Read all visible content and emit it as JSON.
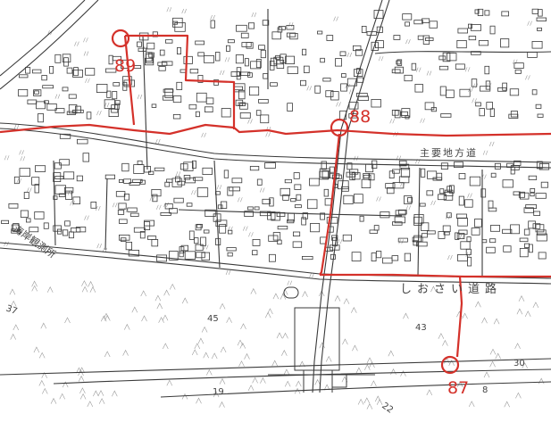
{
  "markers": [
    {
      "id": "89",
      "label": "89"
    },
    {
      "id": "88",
      "label": "88"
    },
    {
      "id": "87",
      "label": "87"
    }
  ],
  "road_label": "しおさい道路",
  "place_labels": {
    "facility_right": "主要地方道",
    "facility_left": "海岸観測所"
  },
  "elevations": [
    "45",
    "43",
    "19",
    "22",
    "37",
    "30",
    "8"
  ],
  "colors": {
    "route": "#d4312a",
    "linework": "#3a3a3a",
    "background": "#ffffff"
  }
}
